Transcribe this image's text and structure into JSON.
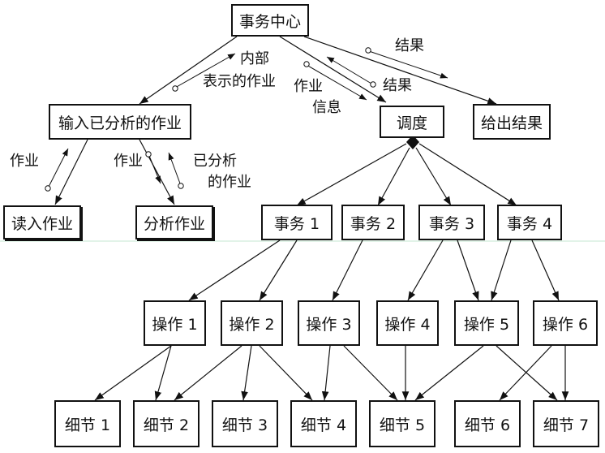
{
  "nodes": {
    "center": "事务中心",
    "input": "输入已分析的作业",
    "dispatch": "调度",
    "output": "给出结果",
    "read": "读入作业",
    "analyze": "分析作业",
    "txn1": "事务 1",
    "txn2": "事务 2",
    "txn3": "事务 3",
    "txn4": "事务 4",
    "op1": "操作 1",
    "op2": "操作 2",
    "op3": "操作 3",
    "op4": "操作 4",
    "op5": "操作 5",
    "op6": "操作 6",
    "d1": "细节 1",
    "d2": "细节 2",
    "d3": "细节 3",
    "d4": "细节 4",
    "d5": "细节 5",
    "d6": "细节 6",
    "d7": "细节 7"
  },
  "labels": {
    "internal_1": "内部",
    "internal_2": "表示的作业",
    "job_info_1": "作业",
    "job_info_2": "信息",
    "result_a": "结果",
    "result_b": "结果",
    "job": "作业",
    "job2": "作业",
    "analyzed_1": "已分析",
    "analyzed_2": "的作业"
  },
  "colors": {
    "line": "#111111",
    "divider": "#d8efe0"
  }
}
